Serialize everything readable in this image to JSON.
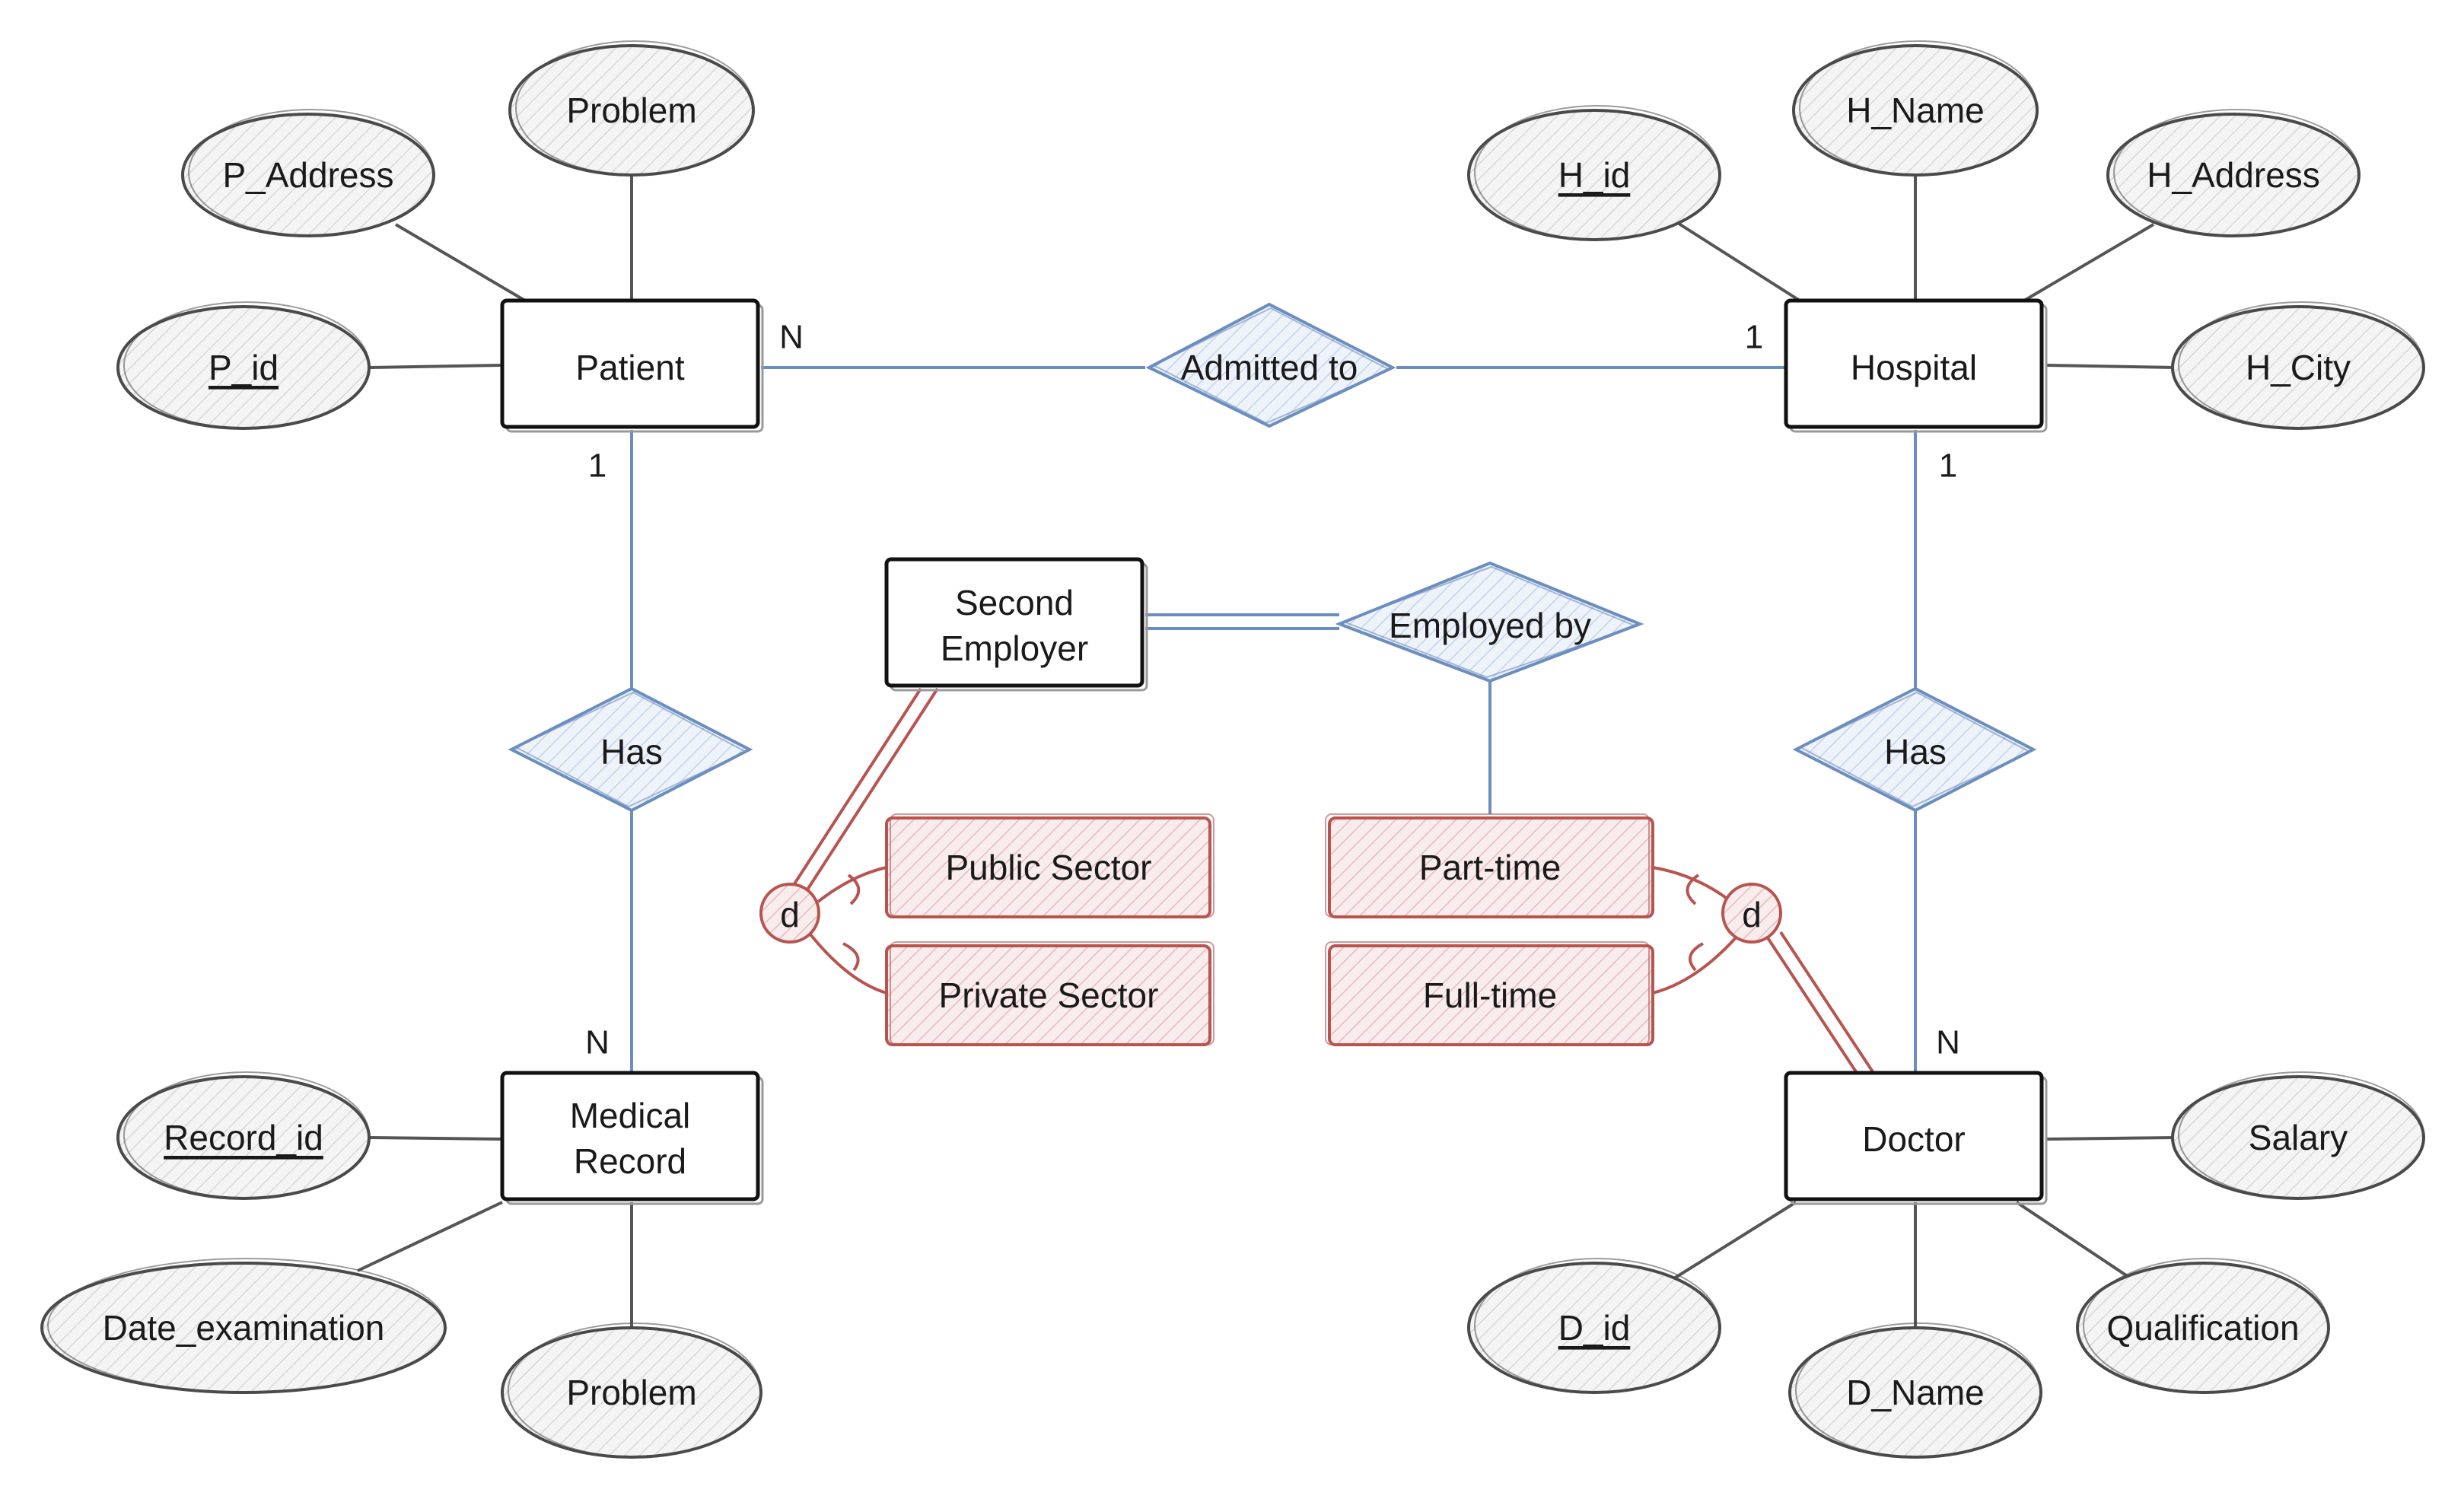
{
  "entities": {
    "patient": "Patient",
    "hospital": "Hospital",
    "second_employer_line1": "Second",
    "second_employer_line2": "Employer",
    "medical_record_line1": "Medical",
    "medical_record_line2": "Record",
    "doctor": "Doctor"
  },
  "relationships": {
    "admitted_to": "Admitted to",
    "patient_has": "Has",
    "hospital_has": "Has",
    "employed_by": "Employed by"
  },
  "attributes": {
    "patient": {
      "problem": "Problem",
      "p_address": "P_Address",
      "p_id": "P_id"
    },
    "hospital": {
      "h_id": "H_id",
      "h_name": "H_Name",
      "h_address": "H_Address",
      "h_city": "H_City"
    },
    "medical_record": {
      "record_id": "Record_id",
      "date_examination": "Date_examination",
      "problem": "Problem"
    },
    "doctor": {
      "salary": "Salary",
      "d_id": "D_id",
      "d_name": "D_Name",
      "qualification": "Qualification"
    }
  },
  "subtypes": {
    "public_sector": "Public Sector",
    "private_sector": "Private Sector",
    "part_time": "Part-time",
    "full_time": "Full-time"
  },
  "disjoint": {
    "left": "d",
    "right": "d"
  },
  "cardinalities": {
    "patient_admitted": "N",
    "hospital_admitted": "1",
    "patient_has": "1",
    "record_has": "N",
    "hospital_has": "1",
    "doctor_has": "N"
  },
  "key_attributes": [
    "P_id",
    "H_id",
    "Record_id",
    "D_id"
  ],
  "colors": {
    "relationship": "#6c8ebf",
    "subtype": "#b85450",
    "attribute_stroke": "#4a4a4a",
    "entity_stroke": "#111111"
  }
}
